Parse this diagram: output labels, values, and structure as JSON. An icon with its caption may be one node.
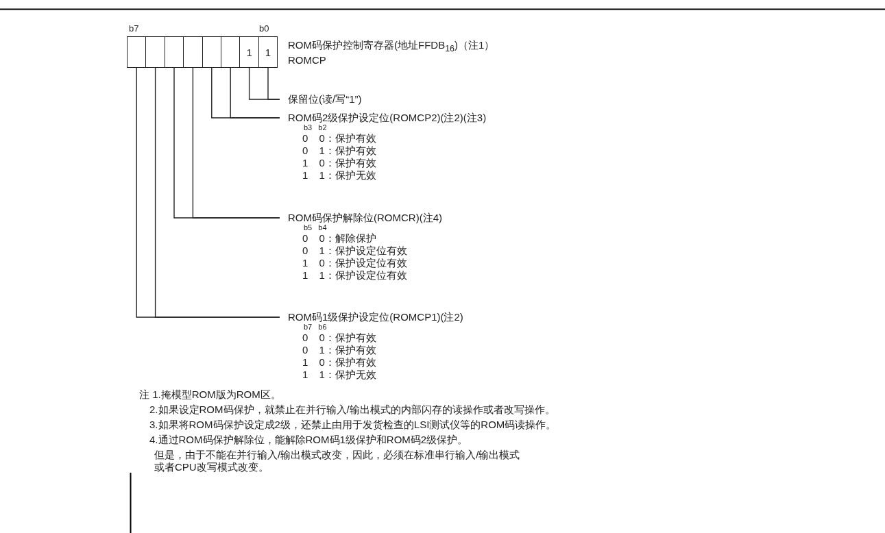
{
  "diagram": {
    "nodes": [
      {
        "text": [],
        "shape": "box"
      },
      {
        "text": [],
        "shape": "box"
      },
      {
        "text": [],
        "shape": "box"
      },
      {
        "text": [],
        "shape": "box"
      },
      {
        "text": [],
        "shape": "box"
      },
      {
        "text": [],
        "shape": "box"
      },
      {
        "text": [
          "1"
        ]
      },
      {
        "text": [
          "1"
        ]
      },
      {
        "text": [
          "保留位(读/写“1”)"
        ]
      },
      {
        "text": [
          "ROM码2级保护设定位(ROMCP2)(注2)(注3)"
        ]
      },
      {
        "text": [
          "ROM码保护解除位(ROMCR)(注4)"
        ]
      },
      {
        "text": [
          "ROM码1级保护设定位(ROMCP1)(注2)"
        ]
      }
    ],
    "edges": [
      {
        "from": 6,
        "to": 8,
        "arrow": "none"
      },
      {
        "from": 7,
        "to": 8,
        "arrow": "none"
      },
      {
        "from": 4,
        "to": 9,
        "arrow": "none"
      },
      {
        "from": 5,
        "to": 9,
        "arrow": "none"
      },
      {
        "from": 2,
        "to": 10,
        "arrow": "none"
      },
      {
        "from": 3,
        "to": 10,
        "arrow": "none"
      },
      {
        "from": 0,
        "to": 11,
        "arrow": "none"
      },
      {
        "from": 1,
        "to": 11,
        "arrow": "none"
      }
    ],
    "labels": [
      "b7",
      "b0",
      "ROM码保护控制寄存器(地址FFDB$_{16}$)（注1）",
      "ROMCP",
      "b3 b2",
      "0 0：保护有效",
      "0 1：保护有效",
      "1 0：保护有效",
      "1 1：保护无效",
      "b5 b4",
      "0 0：解除保护",
      "0 1：保护设定位有效",
      "1 0：保护设定位有效",
      "1 1：保护设定位有效",
      "b7 b6",
      "0 0：保护有效",
      "0 1：保护有效",
      "1 0：保护有效",
      "1 1：保护无效",
      "注 1.掩模型ROM版为ROM区。",
      "2.如果设定ROM码保护，就禁止在并行输入/输出模式的内部闪存的读操作或者改写操作。",
      "3.如果将ROM码保护设定成2级，还禁止由用于发货检查的LSI测试仪等的ROM码读操作。",
      "4.通过ROM码保护解除位，能解除ROM码1级保护和ROM码2级保护。",
      "但是，由于不能在并行输入/输出模式改变，因此，必须在标准串行输入/输出模式或者CPU改写模式改变。"
    ]
  }
}
